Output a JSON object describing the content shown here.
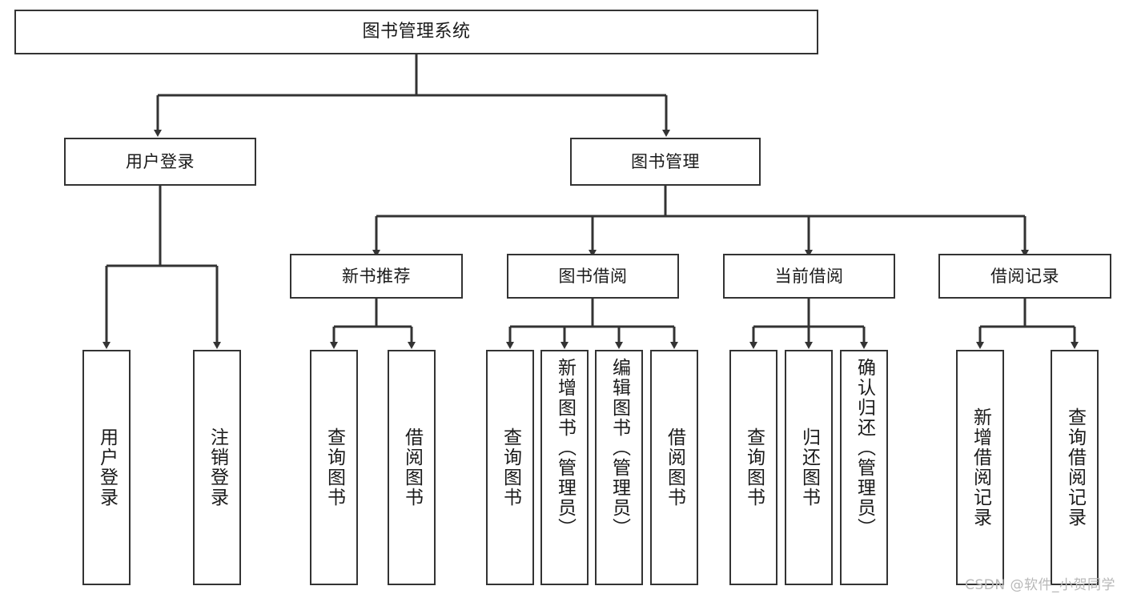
{
  "diagram": {
    "title": "图书管理系统",
    "type": "tree",
    "root": {
      "id": "root",
      "label": "图书管理系统"
    },
    "level1": [
      {
        "id": "user-login",
        "label": "用户登录"
      },
      {
        "id": "book-manage",
        "label": "图书管理"
      }
    ],
    "level2": [
      {
        "id": "new-book-recommend",
        "label": "新书推荐",
        "parent": "book-manage"
      },
      {
        "id": "book-borrow",
        "label": "图书借阅",
        "parent": "book-manage"
      },
      {
        "id": "current-borrow",
        "label": "当前借阅",
        "parent": "book-manage"
      },
      {
        "id": "borrow-record",
        "label": "借阅记录",
        "parent": "book-manage"
      }
    ],
    "leaves": [
      {
        "id": "leaf-user-login",
        "label": "用户登录",
        "parent": "user-login"
      },
      {
        "id": "leaf-logout-login",
        "label": "注销登录",
        "parent": "user-login"
      },
      {
        "id": "leaf-query-book-1",
        "label": "查询图书",
        "parent": "new-book-recommend"
      },
      {
        "id": "leaf-borrow-book-1",
        "label": "借阅图书",
        "parent": "new-book-recommend"
      },
      {
        "id": "leaf-query-book-2",
        "label": "查询图书",
        "parent": "book-borrow"
      },
      {
        "id": "leaf-add-book",
        "label": "新增图书（管理员）",
        "parent": "book-borrow"
      },
      {
        "id": "leaf-edit-book",
        "label": "编辑图书（管理员）",
        "parent": "book-borrow"
      },
      {
        "id": "leaf-borrow-book-2",
        "label": "借阅图书",
        "parent": "book-borrow"
      },
      {
        "id": "leaf-query-book-3",
        "label": "查询图书",
        "parent": "current-borrow"
      },
      {
        "id": "leaf-return-book",
        "label": "归还图书",
        "parent": "current-borrow"
      },
      {
        "id": "leaf-confirm-return",
        "label": "确认归还（管理员）",
        "parent": "current-borrow"
      },
      {
        "id": "leaf-add-record",
        "label": "新增借阅记录",
        "parent": "borrow-record"
      },
      {
        "id": "leaf-query-record",
        "label": "查询借阅记录",
        "parent": "borrow-record"
      }
    ]
  },
  "watermark": {
    "text": "CSDN @软件_小贺同学"
  },
  "colors": {
    "stroke": "#333333",
    "box_fill": "#ffffff",
    "text": "#1a1a1a",
    "watermark": "#b8b8b8",
    "background": "#ffffff"
  }
}
